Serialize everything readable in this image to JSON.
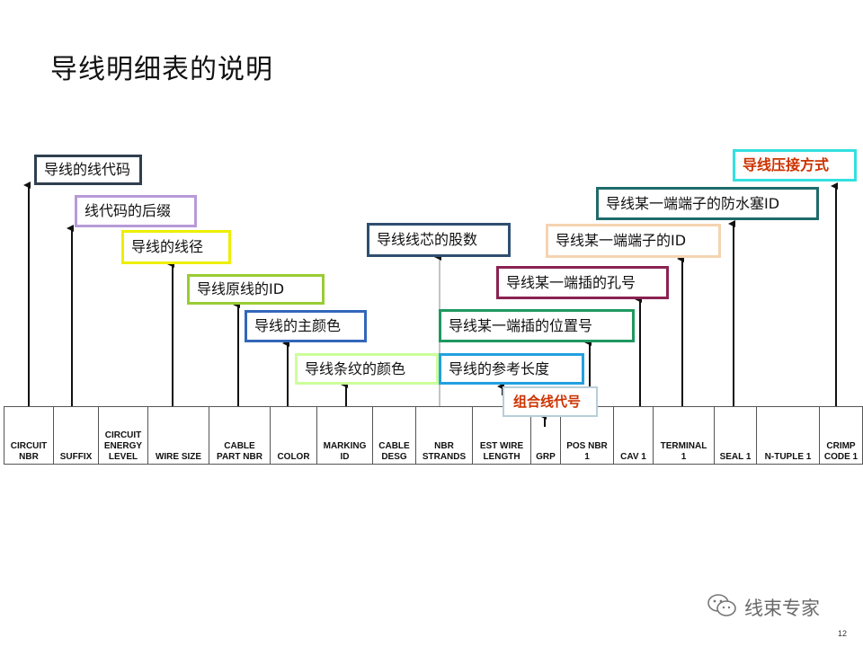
{
  "title": "导线明细表的说明",
  "page_number": "12",
  "watermark": {
    "text": "线束专家",
    "icon": "wechat-icon"
  },
  "columns": [
    "CIRCUIT\nNBR",
    "SUFFIX",
    "CIRCUIT\nENERGY\nLEVEL",
    "WIRE SIZE",
    "CABLE\nPART NBR",
    "COLOR",
    "MARKING\nID",
    "CABLE\nDESG",
    "NBR\nSTRANDS",
    "EST WIRE\nLENGTH",
    "GRP",
    "POS NBR\n1",
    "CAV 1",
    "TERMINAL\n1",
    "SEAL 1",
    "N-TUPLE 1",
    "CRIMP\nCODE 1"
  ],
  "labels": [
    {
      "text": "导线的线代码",
      "color": "#2f3f4f"
    },
    {
      "text": "线代码的后缀",
      "color": "#b79ad8"
    },
    {
      "text": "导线的线径",
      "color": "#eeee00"
    },
    {
      "text": "导线原线的ID",
      "color": "#99cc33"
    },
    {
      "text": "导线的主颜色",
      "color": "#3366bb"
    },
    {
      "text": "导线条纹的颜色",
      "color": "#ccff99"
    },
    {
      "text": "导线线芯的股数",
      "color": "#2f4f6f"
    },
    {
      "text": "导线的参考长度",
      "color": "#22a0e0"
    },
    {
      "text": "组合线代号",
      "color": "#b8cfd8",
      "text_color": "#cc3300"
    },
    {
      "text": "导线某一端插的位置号",
      "color": "#1f9960"
    },
    {
      "text": "导线某一端插的孔号",
      "color": "#8a2252"
    },
    {
      "text": "导线某一端端子的ID",
      "color": "#f5d3b0"
    },
    {
      "text": "导线某一端端子的防水塞ID",
      "color": "#1f6b6b"
    },
    {
      "text": "导线压接方式",
      "color": "#33e0e0",
      "text_color": "#cc3300"
    }
  ]
}
